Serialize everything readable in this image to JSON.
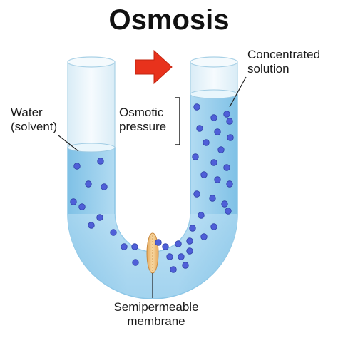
{
  "title": "Osmosis",
  "labels": {
    "water_line1": "Water",
    "water_line2": "(solvent)",
    "osmotic_line1": "Osmotic",
    "osmotic_line2": "pressure",
    "concentrated_line1": "Concentrated",
    "concentrated_line2": "solution",
    "membrane_line1": "Semipermeable",
    "membrane_line2": "membrane"
  },
  "icons": {
    "arrow": "right-arrow-icon"
  },
  "colors": {
    "arrow": "#e8321c",
    "liquid_light": "#cde9f7",
    "liquid_dark": "#7fc1e6",
    "particle": "#4f5fd8",
    "membrane": "#f0c07a",
    "tube_outline": "#9fcbe3"
  }
}
